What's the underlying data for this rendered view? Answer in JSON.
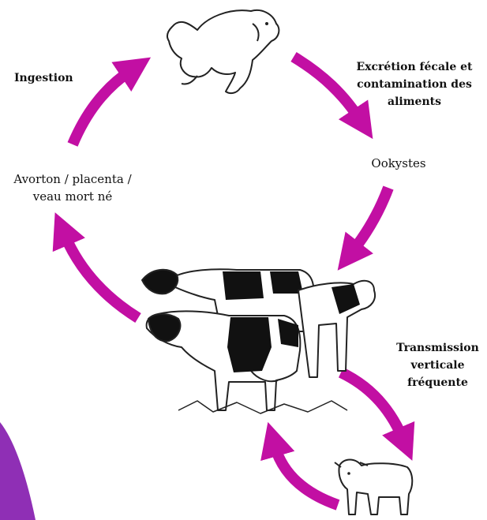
{
  "colors": {
    "arrow": "#c20fa3",
    "corner_accent": "#8f2fb5",
    "animal_outline": "#222222",
    "animal_patch": "#111111"
  },
  "icons": [
    "dog-icon",
    "cow-herd-icon",
    "calf-icon"
  ],
  "labels": {
    "ingestion": "Ingestion",
    "excretion": [
      "Excrétion fécale et",
      "contamination des",
      "aliments"
    ],
    "oocysts": "Ookystes",
    "abortion": [
      "Avorton / placenta /",
      "veau mort né"
    ],
    "transmission": [
      "Transmission",
      "verticale",
      "fréquente"
    ]
  }
}
